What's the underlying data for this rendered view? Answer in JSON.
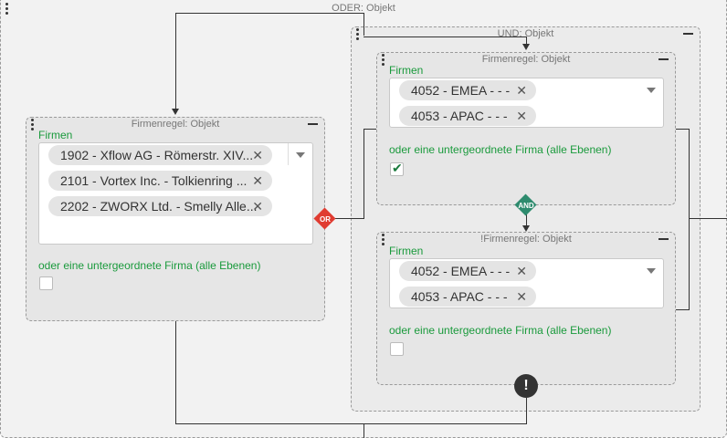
{
  "oder_box": {
    "title": "ODER: Objekt"
  },
  "und_box": {
    "title": "UND: Objekt"
  },
  "left_rule": {
    "title": "Firmenregel: Objekt",
    "field_label": "Firmen",
    "chips": [
      "1902 - Xflow AG - Römerstr. XIV...",
      "2101 - Vortex Inc. - Tolkienring ...",
      "2202 - ZWORX Ltd. - Smelly Alle..."
    ],
    "checkbox_label": "oder eine untergeordnete Firma (alle Ebenen)",
    "checked": false
  },
  "top_right_rule": {
    "title": "Firmenregel: Objekt",
    "field_label": "Firmen",
    "chips": [
      "4052 - EMEA - - -",
      "4053 - APAC - - -"
    ],
    "checkbox_label": "oder eine untergeordnete Firma (alle Ebenen)",
    "checked": true
  },
  "bottom_right_rule": {
    "title": "!Firmenregel: Objekt",
    "field_label": "Firmen",
    "chips": [
      "4052 - EMEA - - -",
      "4053 - APAC - - -"
    ],
    "checkbox_label": "oder eine untergeordnete Firma (alle Ebenen)",
    "checked": false
  },
  "connectors": {
    "or_label": "OR",
    "and_label": "AND",
    "warning_symbol": "!"
  },
  "chip_remove_symbol": "✕",
  "check_symbol": "✔",
  "colors": {
    "or": "#e03c31",
    "and": "#2e8b6e",
    "label_green": "#1a9a3c"
  }
}
